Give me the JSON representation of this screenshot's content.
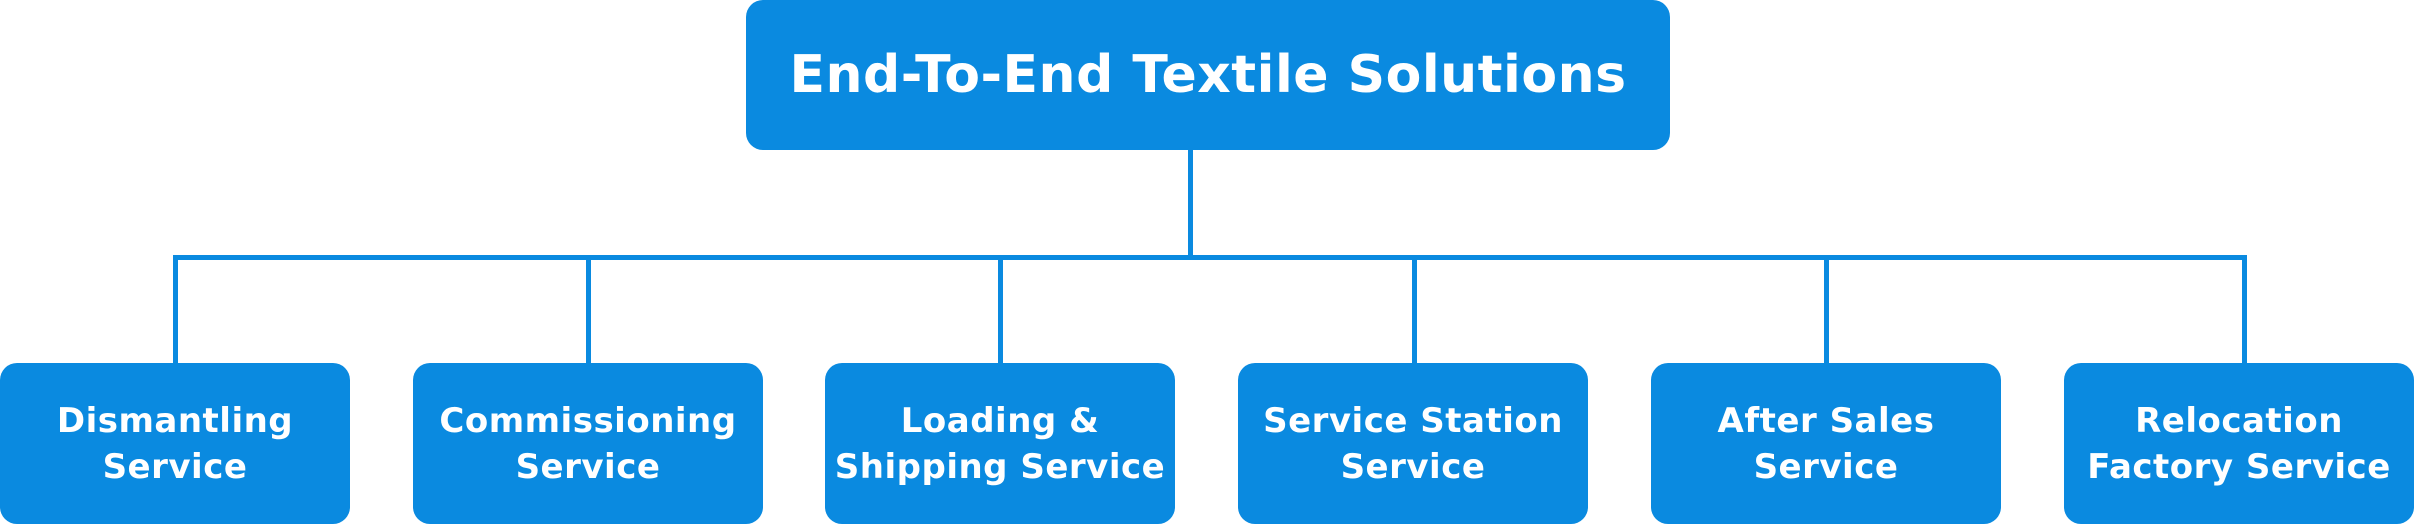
{
  "root": {
    "label": "End-To-End Textile Solutions"
  },
  "children": [
    {
      "lines": [
        "Dismantling",
        "Service"
      ]
    },
    {
      "lines": [
        "Commissioning",
        "Service"
      ]
    },
    {
      "lines": [
        "Loading &",
        "Shipping Service"
      ]
    },
    {
      "lines": [
        "Service Station",
        "Service"
      ]
    },
    {
      "lines": [
        "After Sales",
        "Service"
      ]
    },
    {
      "lines": [
        "Relocation",
        "Factory Service"
      ]
    }
  ],
  "colors": {
    "box_fill": "#0a8ae0",
    "box_text": "#ffffff",
    "connector": "#0a8ae0"
  }
}
